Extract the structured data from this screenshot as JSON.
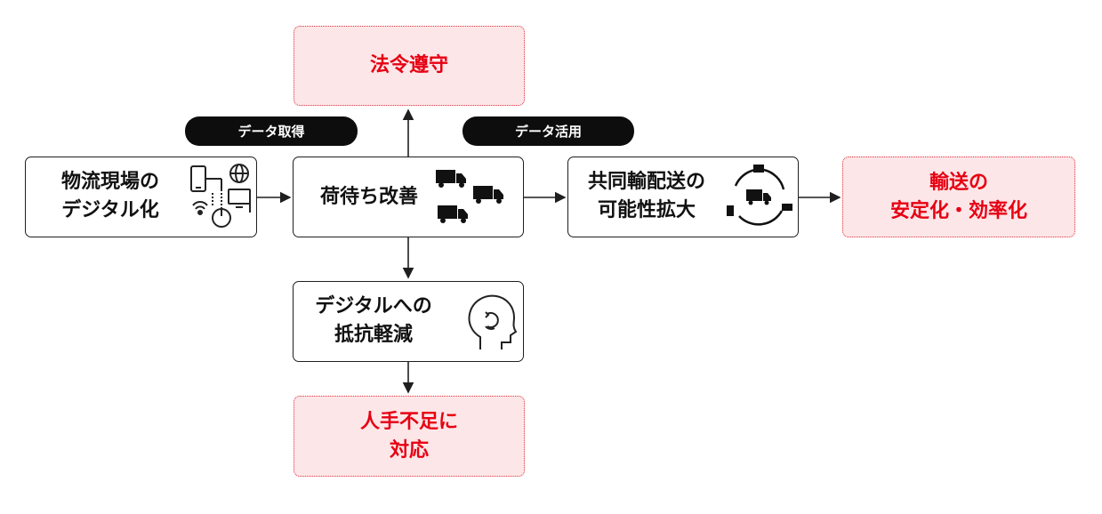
{
  "nodes": {
    "digitalization": {
      "line1": "物流現場の",
      "line2": "デジタル化"
    },
    "waiting_improvement": {
      "text": "荷待ち改善"
    },
    "joint_delivery": {
      "line1": "共同輸配送の",
      "line2": "可能性拡大"
    },
    "resistance": {
      "line1": "デジタルへの",
      "line2": "抵抗軽減"
    }
  },
  "goals": {
    "compliance": {
      "text": "法令遵守"
    },
    "stable_transport": {
      "line1": "輸送の",
      "line2": "安定化・効率化"
    },
    "labor_shortage": {
      "line1": "人手不足に",
      "line2": "対応"
    }
  },
  "labels": {
    "data_acquisition": "データ取得",
    "data_utilization": "データ活用"
  },
  "colors": {
    "goal_text": "#e60012",
    "goal_fill": "#fde6e8",
    "goal_border": "#e0303c",
    "pill_fill": "#0d0d0d"
  },
  "icons": {
    "digitalization": "devices-network-icon",
    "waiting_improvement": "trucks-icon",
    "joint_delivery": "delivery-cycle-icon",
    "resistance": "head-mindset-icon"
  }
}
